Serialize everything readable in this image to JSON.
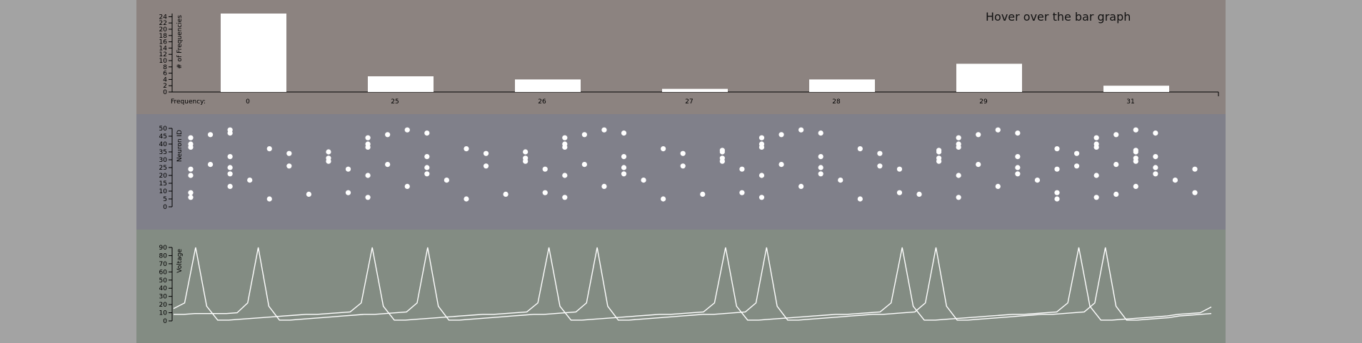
{
  "colors": {
    "page_bg": "#a3a3a3",
    "hist_bg": "#8c8380",
    "raster_bg": "#80808a",
    "voltage_bg": "#838c83",
    "mark": "#ffffff",
    "axis": "#000000"
  },
  "hover_note": "Hover over the bar graph",
  "chart_data": [
    {
      "type": "bar",
      "categories": [
        "0",
        "25",
        "26",
        "27",
        "28",
        "29",
        "31"
      ],
      "values": [
        25,
        5,
        4,
        1,
        4,
        9,
        2
      ],
      "xlabel": "Frequency:",
      "ylabel": "# of Frequencies",
      "ylim": [
        0,
        25
      ],
      "yticks": [
        0,
        2,
        4,
        6,
        8,
        10,
        12,
        14,
        16,
        18,
        20,
        22,
        24
      ]
    },
    {
      "type": "scatter",
      "ylabel": "Neuron ID",
      "ylim": [
        0,
        50
      ],
      "yticks": [
        0,
        5,
        10,
        15,
        20,
        25,
        30,
        35,
        40,
        45,
        50
      ],
      "points": [
        [
          0,
          6
        ],
        [
          0,
          9
        ],
        [
          0,
          20
        ],
        [
          0,
          24
        ],
        [
          0,
          38
        ],
        [
          0,
          40
        ],
        [
          0,
          44
        ],
        [
          1,
          27
        ],
        [
          1,
          46
        ],
        [
          2,
          13
        ],
        [
          2,
          21
        ],
        [
          2,
          25
        ],
        [
          2,
          32
        ],
        [
          2,
          47
        ],
        [
          2,
          49
        ],
        [
          3,
          17
        ],
        [
          4,
          5
        ],
        [
          4,
          37
        ],
        [
          5,
          26
        ],
        [
          5,
          34
        ],
        [
          6,
          8
        ],
        [
          7,
          29
        ],
        [
          7,
          31
        ],
        [
          7,
          35
        ],
        [
          8,
          9
        ],
        [
          8,
          24
        ],
        [
          9,
          6
        ],
        [
          9,
          20
        ],
        [
          9,
          38
        ],
        [
          9,
          40
        ],
        [
          9,
          44
        ],
        [
          10,
          27
        ],
        [
          10,
          46
        ],
        [
          11,
          13
        ],
        [
          11,
          49
        ],
        [
          12,
          21
        ],
        [
          12,
          25
        ],
        [
          12,
          32
        ],
        [
          12,
          47
        ],
        [
          13,
          17
        ],
        [
          14,
          5
        ],
        [
          14,
          37
        ],
        [
          15,
          26
        ],
        [
          15,
          34
        ],
        [
          16,
          8
        ],
        [
          17,
          29
        ],
        [
          17,
          31
        ],
        [
          17,
          35
        ],
        [
          18,
          9
        ],
        [
          18,
          24
        ],
        [
          19,
          6
        ],
        [
          19,
          20
        ],
        [
          19,
          38
        ],
        [
          19,
          40
        ],
        [
          19,
          44
        ],
        [
          20,
          27
        ],
        [
          20,
          46
        ],
        [
          21,
          13
        ],
        [
          21,
          49
        ],
        [
          22,
          21
        ],
        [
          22,
          25
        ],
        [
          22,
          32
        ],
        [
          22,
          47
        ],
        [
          23,
          17
        ],
        [
          24,
          5
        ],
        [
          24,
          37
        ],
        [
          25,
          26
        ],
        [
          25,
          34
        ],
        [
          26,
          8
        ],
        [
          27,
          29
        ],
        [
          27,
          31
        ],
        [
          27,
          35
        ],
        [
          27,
          36
        ],
        [
          28,
          9
        ],
        [
          28,
          24
        ],
        [
          29,
          6
        ],
        [
          29,
          20
        ],
        [
          29,
          38
        ],
        [
          29,
          40
        ],
        [
          29,
          44
        ],
        [
          30,
          27
        ],
        [
          30,
          46
        ],
        [
          31,
          13
        ],
        [
          31,
          49
        ],
        [
          32,
          21
        ],
        [
          32,
          25
        ],
        [
          32,
          32
        ],
        [
          32,
          47
        ],
        [
          33,
          17
        ],
        [
          34,
          5
        ],
        [
          34,
          37
        ],
        [
          35,
          26
        ],
        [
          35,
          34
        ],
        [
          36,
          9
        ],
        [
          36,
          24
        ],
        [
          37,
          8
        ],
        [
          38,
          29
        ],
        [
          38,
          31
        ],
        [
          38,
          35
        ],
        [
          38,
          36
        ],
        [
          39,
          6
        ],
        [
          39,
          20
        ],
        [
          39,
          38
        ],
        [
          39,
          40
        ],
        [
          39,
          44
        ],
        [
          40,
          27
        ],
        [
          40,
          46
        ],
        [
          41,
          13
        ],
        [
          41,
          49
        ],
        [
          42,
          21
        ],
        [
          42,
          25
        ],
        [
          42,
          32
        ],
        [
          42,
          47
        ],
        [
          43,
          17
        ],
        [
          44,
          5
        ],
        [
          44,
          9
        ],
        [
          44,
          24
        ],
        [
          44,
          37
        ],
        [
          45,
          26
        ],
        [
          45,
          34
        ],
        [
          46,
          6
        ],
        [
          46,
          20
        ],
        [
          46,
          38
        ],
        [
          46,
          40
        ],
        [
          46,
          44
        ],
        [
          47,
          8
        ],
        [
          47,
          27
        ],
        [
          47,
          46
        ],
        [
          48,
          13
        ],
        [
          48,
          29
        ],
        [
          48,
          31
        ],
        [
          48,
          35
        ],
        [
          48,
          36
        ],
        [
          48,
          49
        ],
        [
          49,
          21
        ],
        [
          49,
          25
        ],
        [
          49,
          32
        ],
        [
          49,
          47
        ],
        [
          50,
          17
        ],
        [
          51,
          9
        ],
        [
          51,
          24
        ]
      ]
    },
    {
      "type": "line",
      "ylabel": "Voltage",
      "ylim": [
        0,
        90
      ],
      "yticks": [
        0,
        10,
        20,
        30,
        40,
        50,
        60,
        70,
        80,
        90
      ],
      "series": [
        {
          "values": [
            15,
            22,
            90,
            18,
            1,
            1,
            2,
            3,
            4,
            5,
            6,
            7,
            8,
            8,
            9,
            10,
            11,
            22,
            90,
            18,
            1,
            1,
            2,
            3,
            4,
            5,
            6,
            7,
            8,
            8,
            9,
            10,
            11,
            22,
            90,
            18,
            1,
            1,
            2,
            3,
            4,
            5,
            6,
            7,
            8,
            8,
            9,
            10,
            11,
            22,
            90,
            18,
            1,
            1,
            2,
            3,
            4,
            5,
            6,
            7,
            8,
            8,
            9,
            10,
            11,
            22,
            90,
            18,
            1,
            1,
            2,
            3,
            4,
            5,
            6,
            7,
            8,
            8,
            9,
            10,
            11,
            22,
            90,
            18,
            1,
            1,
            2,
            3,
            4,
            5,
            6,
            8,
            9,
            10,
            17
          ]
        },
        {
          "values": [
            8,
            8,
            9,
            9,
            9,
            9,
            10,
            22,
            90,
            18,
            1,
            1,
            2,
            3,
            4,
            5,
            6,
            7,
            8,
            8,
            9,
            10,
            11,
            22,
            90,
            18,
            1,
            1,
            2,
            3,
            4,
            5,
            6,
            7,
            8,
            8,
            9,
            10,
            11,
            22,
            90,
            18,
            1,
            1,
            2,
            3,
            4,
            5,
            6,
            7,
            8,
            8,
            9,
            10,
            11,
            22,
            90,
            18,
            1,
            1,
            2,
            3,
            4,
            5,
            6,
            7,
            8,
            8,
            9,
            10,
            11,
            22,
            90,
            18,
            1,
            1,
            2,
            3,
            4,
            5,
            6,
            7,
            8,
            8,
            9,
            10,
            11,
            22,
            90,
            18,
            1,
            1,
            2,
            3,
            4,
            6,
            7,
            8,
            9
          ]
        }
      ]
    }
  ]
}
